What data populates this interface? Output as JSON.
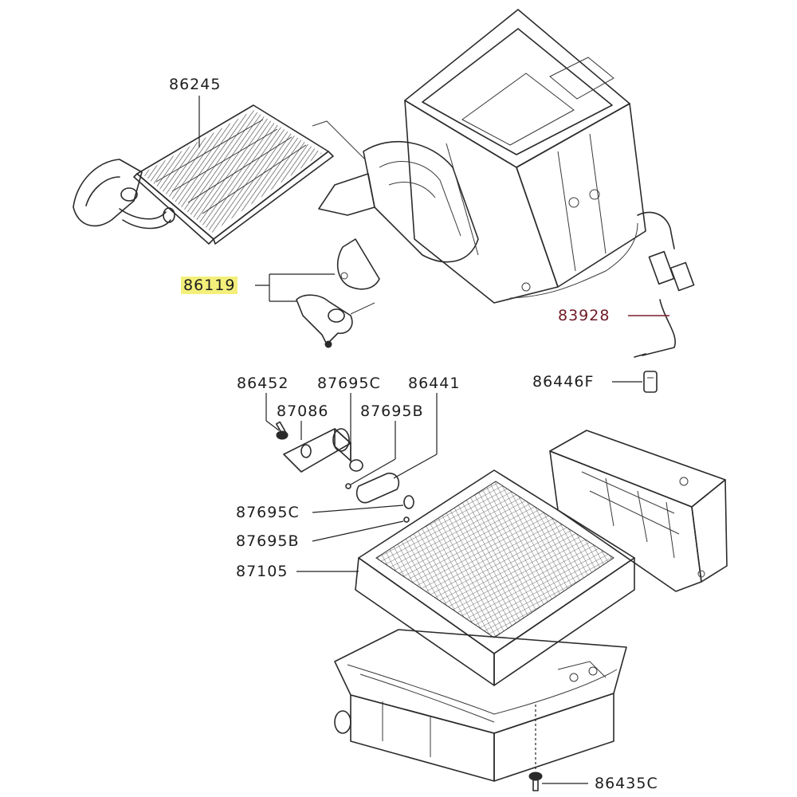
{
  "parts": [
    {
      "id": "p86245",
      "number": "86245",
      "component": "heater-core",
      "interactable": true
    },
    {
      "id": "p86119",
      "number": "86119",
      "component": "damper-lever",
      "highlighted": true,
      "highlight_color": "#f3ef7a",
      "interactable": true
    },
    {
      "id": "p83928",
      "number": "83928",
      "component": "thermistor-harness",
      "text_color": "#6e1a26",
      "interactable": true
    },
    {
      "id": "p86446F",
      "number": "86446F",
      "component": "clip",
      "interactable": true
    },
    {
      "id": "p86452",
      "number": "86452",
      "component": "screw",
      "interactable": true
    },
    {
      "id": "p87695C_a",
      "number": "87695C",
      "component": "o-ring",
      "interactable": true
    },
    {
      "id": "p86441",
      "number": "86441",
      "component": "flange-plate",
      "interactable": true
    },
    {
      "id": "p87086",
      "number": "87086",
      "component": "expansion-valve",
      "interactable": true
    },
    {
      "id": "p87695B_a",
      "number": "87695B",
      "component": "o-ring",
      "interactable": true
    },
    {
      "id": "p87695C_b",
      "number": "87695C",
      "component": "o-ring",
      "interactable": true
    },
    {
      "id": "p87695B_b",
      "number": "87695B",
      "component": "o-ring",
      "interactable": true
    },
    {
      "id": "p87105",
      "number": "87105",
      "component": "evaporator",
      "interactable": true
    },
    {
      "id": "p86435C",
      "number": "86435C",
      "component": "screw",
      "interactable": true
    }
  ],
  "colors": {
    "line": "#2b2b2b",
    "highlight": "#f3ef7a",
    "red_label": "#6e1a26"
  }
}
